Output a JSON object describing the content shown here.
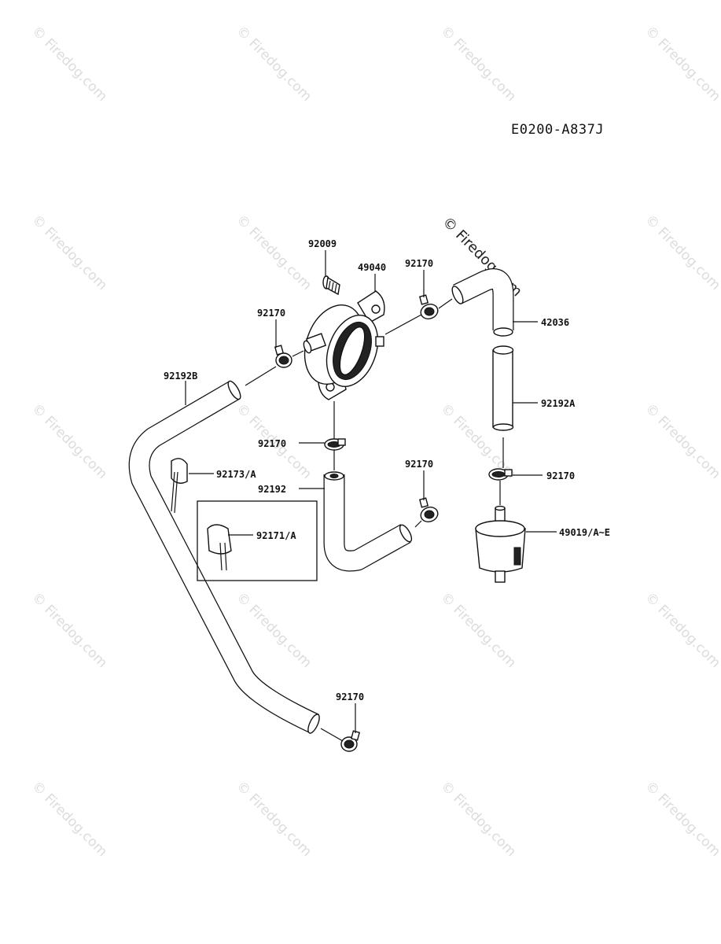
{
  "diagram": {
    "code": "E0200-A837J",
    "watermark_text": "© Firedog.com",
    "part_labels": {
      "bolt": "92009",
      "pump": "49040",
      "clamp_pump_outlet": "92170",
      "clamp_pump_inlet": "92170",
      "elbow_hose": "42036",
      "long_hose": "92192B",
      "clamp_pump_bottom": "92170",
      "hose_straight": "92192A",
      "clip_upper": "92173/A",
      "clamp_mid_right": "92170",
      "hose_l": "92192",
      "clamp_filter_top": "92170",
      "clip_boxed": "92171/A",
      "filter": "49019/A~E",
      "clamp_bottom": "92170"
    }
  }
}
